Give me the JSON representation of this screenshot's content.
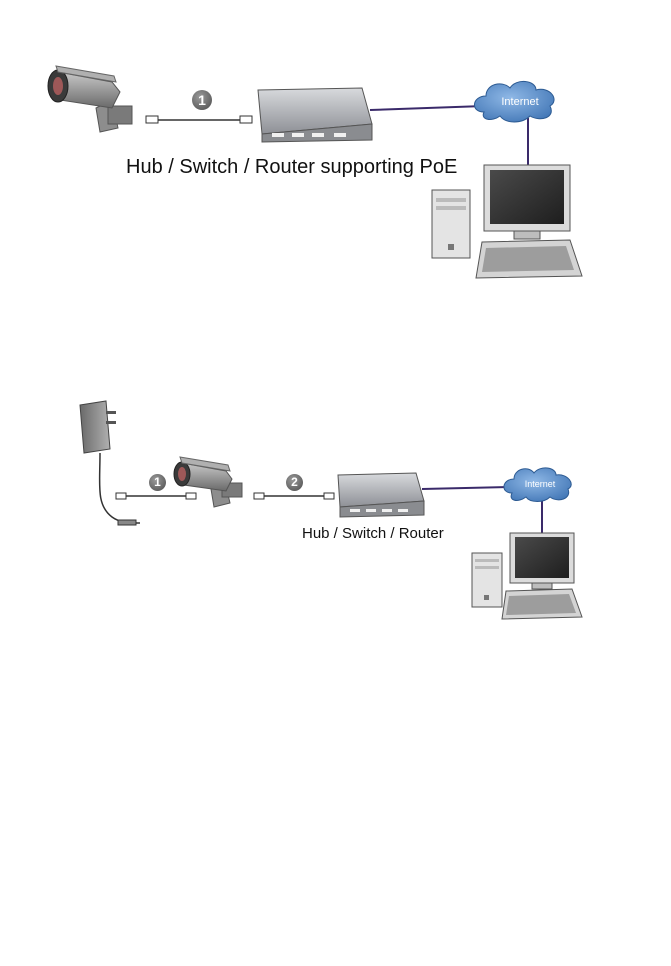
{
  "diagram_poe": {
    "device_label": "Hub / Switch / Router supporting PoE",
    "cable_marker": "1",
    "cloud_label": "Internet"
  },
  "diagram_adapter": {
    "device_label": "Hub / Switch / Router",
    "cable_markers": [
      "1",
      "2"
    ],
    "cloud_label": "Internet"
  },
  "colors": {
    "device_body": "#9c9ea4",
    "cloud": "#5a8fc8",
    "link_line": "#3a2a6a",
    "camera": "#8a8a8a"
  }
}
